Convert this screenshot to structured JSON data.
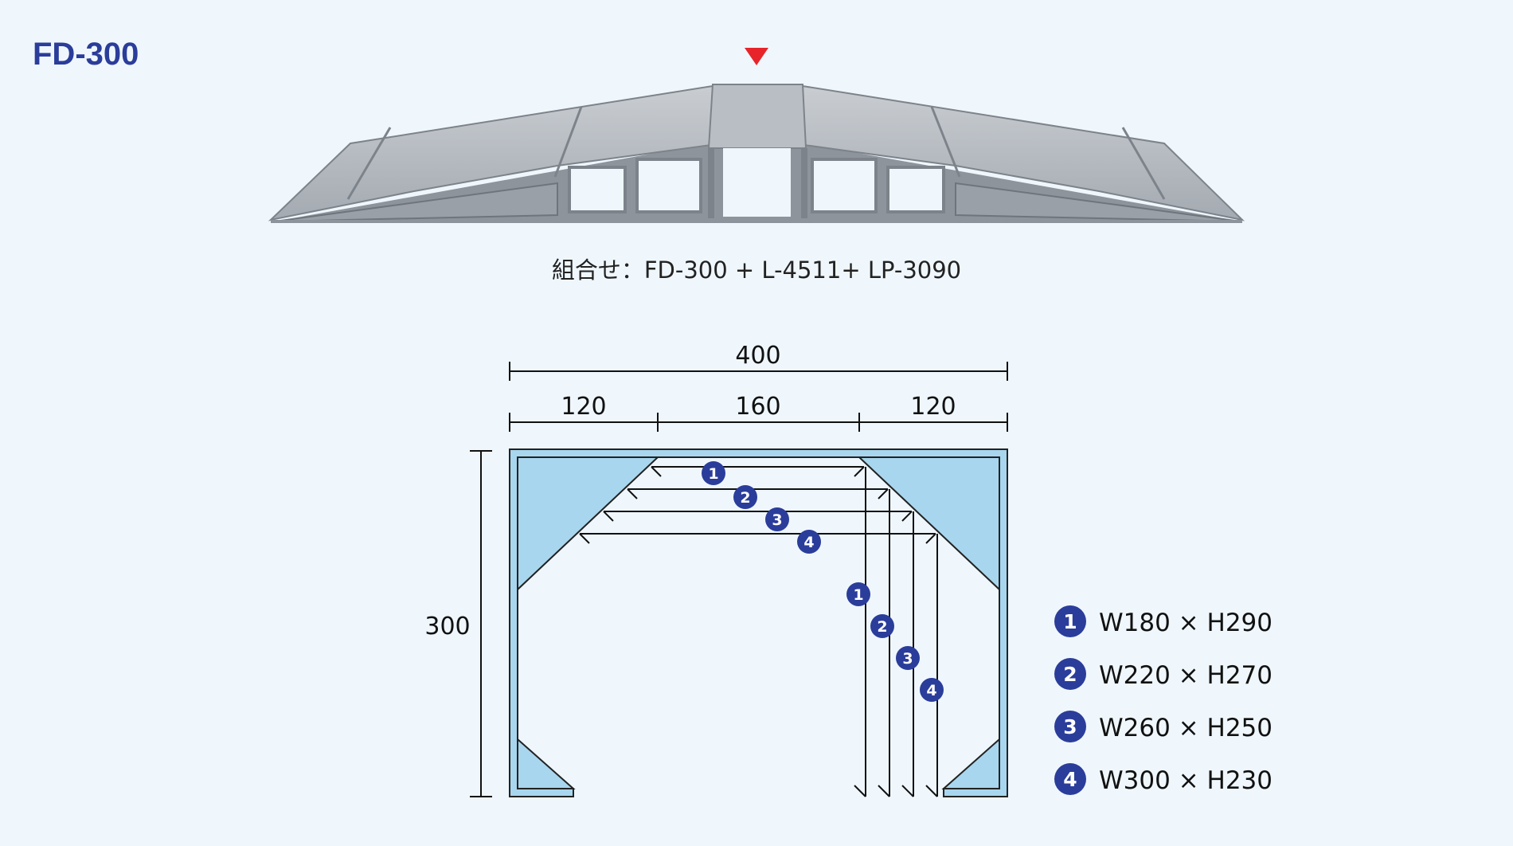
{
  "model": "FD-300",
  "caption": "組合せ：FD-300 + L-4511+ LP-3090",
  "dimensions": {
    "total_width": "400",
    "left": "120",
    "center": "160",
    "right": "120",
    "height": "300"
  },
  "badges": [
    "1",
    "2",
    "3",
    "4"
  ],
  "legend": [
    {
      "badge": "1",
      "text": "W180 × H290"
    },
    {
      "badge": "2",
      "text": "W220 × H270"
    },
    {
      "badge": "3",
      "text": "W260 × H250"
    },
    {
      "badge": "4",
      "text": "W300 × H230"
    }
  ],
  "colors": {
    "title": "#2b3d9a",
    "badge": "#2b3d9a",
    "marker": "#e8242b",
    "profile_fill": "#a8d6ee",
    "ramp": "#a9afb6"
  }
}
